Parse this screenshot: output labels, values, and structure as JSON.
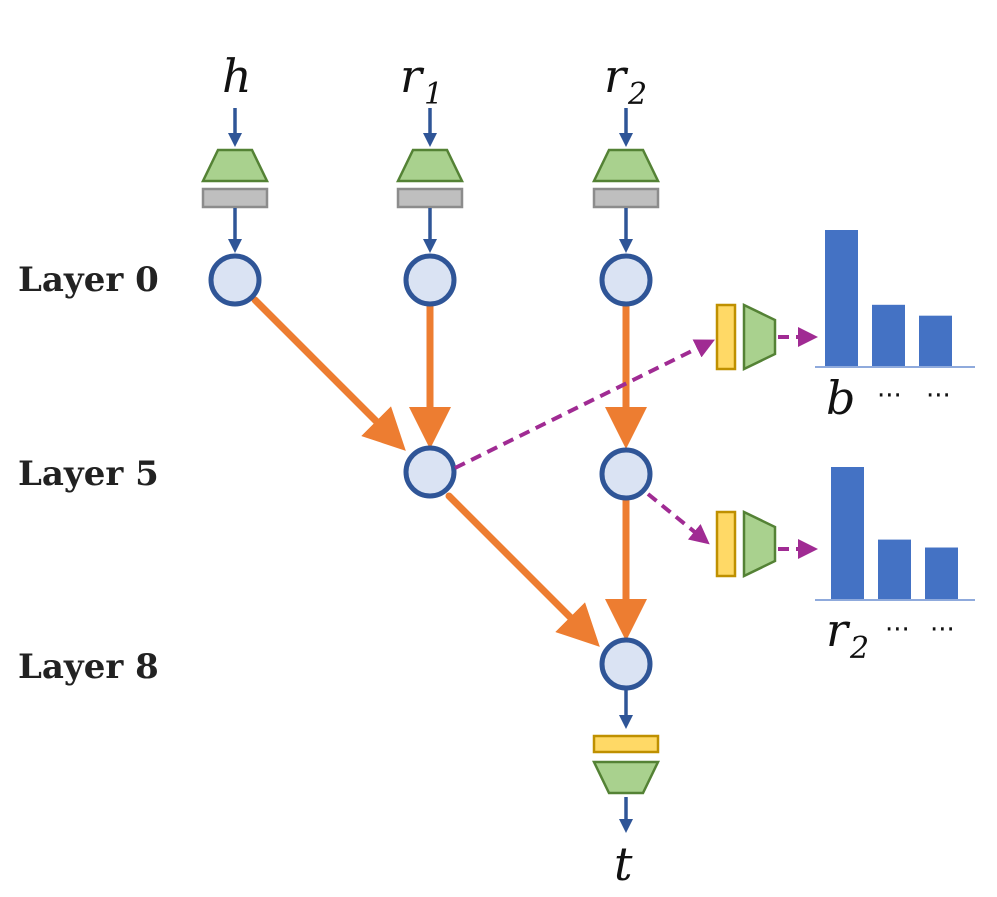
{
  "layers": [
    {
      "id": "layer0",
      "label": "Layer 0"
    },
    {
      "id": "layer5",
      "label": "Layer 5"
    },
    {
      "id": "layer8",
      "label": "Layer 8"
    }
  ],
  "inputs": {
    "h": {
      "var": "h",
      "sub": ""
    },
    "r1": {
      "var": "r",
      "sub": "1"
    },
    "r2": {
      "var": "r",
      "sub": "2"
    }
  },
  "output": {
    "var": "t"
  },
  "probes": [
    {
      "id": "probe-top",
      "var": "b",
      "sub": "",
      "dots1": "···",
      "dots2": "···",
      "bars": [
        1.0,
        0.45,
        0.37
      ]
    },
    {
      "id": "probe-bottom",
      "var": "r",
      "sub": "2",
      "dots1": "···",
      "dots2": "···",
      "bars": [
        1.0,
        0.45,
        0.39
      ]
    }
  ],
  "colors": {
    "node_fill": "#dae3f3",
    "node_stroke": "#2f5597",
    "orange": "#ed7d31",
    "magenta": "#a02b93",
    "blue_arrow": "#2f5597",
    "green_fill": "#a9d18e",
    "green_stroke": "#548235",
    "gray_fill": "#bfbfbf",
    "gray_stroke": "#8c8c8c",
    "yellow_fill": "#ffd966",
    "yellow_stroke": "#bf9000",
    "bar": "#4472c4"
  }
}
